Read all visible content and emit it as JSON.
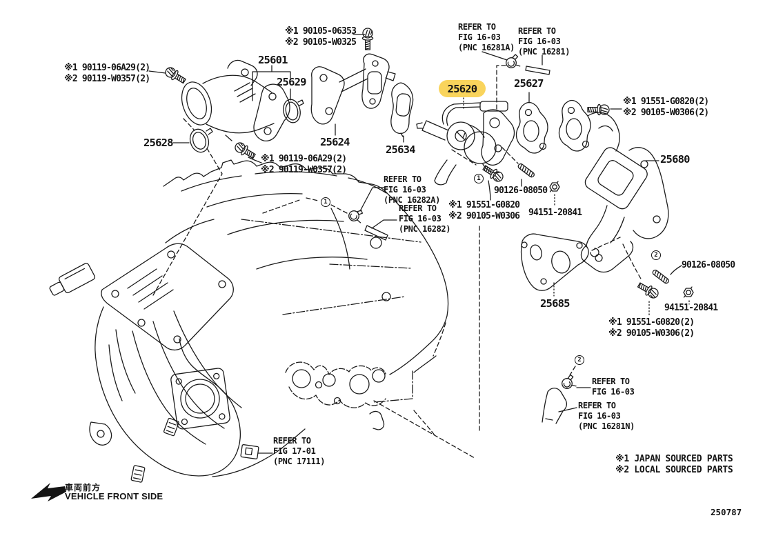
{
  "meta": {
    "drawing_no": "250787",
    "highlight_color": "#F9D45C",
    "line_color": "#1c1c1c"
  },
  "parts": {
    "p25601": "25601",
    "p25629": "25629",
    "p25628": "25628",
    "p25624": "25624",
    "p25634": "25634",
    "p25620": "25620",
    "p25627": "25627",
    "p25680": "25680",
    "p25685": "25685"
  },
  "hardware": {
    "top_bolt_l1": "※1 90105-06353",
    "top_bolt_l2": "※2 90105-W0325",
    "left_bolts_l1": "※1 90119-06A29(2)",
    "left_bolts_l2": "※2 90119-W0357(2)",
    "mid_bolts_l1": "※1 90119-06A29(2)",
    "mid_bolts_l2": "※2 90119-W0357(2)",
    "right_upper_l1": "※1 91551-G0820(2)",
    "right_upper_l2": "※2 90105-W0306(2)",
    "center_l1": "※1 91551-G0820",
    "center_l2": "※2 90105-W0306",
    "lower_right_l1": "※1 91551-G0820(2)",
    "lower_right_l2": "※2 90105-W0306(2)",
    "stud_upper": "90126-08050",
    "nut_upper": "94151-20841",
    "stud_lower": "90126-08050",
    "nut_lower": "94151-20841"
  },
  "refs": {
    "r16281A": {
      "l1": "REFER TO",
      "l2": "FIG 16-03",
      "l3": "(PNC 16281A)"
    },
    "r16281": {
      "l1": "REFER TO",
      "l2": "FIG 16-03",
      "l3": "(PNC 16281)"
    },
    "r16282A": {
      "l1": "REFER TO",
      "l2": "FIG 16-03",
      "l3": "(PNC 16282A)"
    },
    "r16282": {
      "l1": "REFER TO",
      "l2": "FIG 16-03",
      "l3": "(PNC 16282)"
    },
    "r1603": {
      "l1": "REFER TO",
      "l2": "FIG 16-03"
    },
    "r16281N": {
      "l1": "REFER TO",
      "l2": "FIG 16-03",
      "l3": "(PNC 16281N)"
    },
    "r1701": {
      "l1": "REFER TO",
      "l2": "FIG 17-01",
      "l3": "(PNC 17111)"
    }
  },
  "markers": {
    "m1": "1",
    "m2": "2"
  },
  "legend": {
    "l1": "※1 JAPAN SOURCED PARTS",
    "l2": "※2 LOCAL SOURCED PARTS"
  },
  "orientation": {
    "jp": "車両前方",
    "en": "VEHICLE FRONT SIDE"
  }
}
